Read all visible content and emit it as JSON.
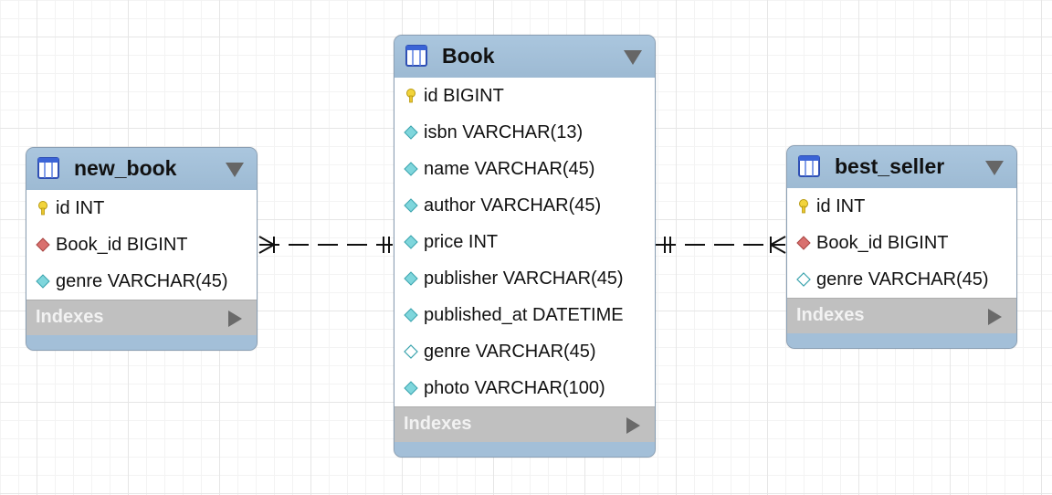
{
  "tables": {
    "new_book": {
      "name": "new_book",
      "indexes_label": "Indexes",
      "columns": [
        {
          "text": "id INT",
          "icon": "primary-key-icon"
        },
        {
          "text": "Book_id BIGINT",
          "icon": "foreign-key-icon"
        },
        {
          "text": "genre VARCHAR(45)",
          "icon": "column-icon"
        }
      ]
    },
    "book": {
      "name": "Book",
      "indexes_label": "Indexes",
      "columns": [
        {
          "text": "id BIGINT",
          "icon": "primary-key-icon"
        },
        {
          "text": "isbn VARCHAR(13)",
          "icon": "column-icon"
        },
        {
          "text": "name VARCHAR(45)",
          "icon": "column-icon"
        },
        {
          "text": "author VARCHAR(45)",
          "icon": "column-icon"
        },
        {
          "text": "price INT",
          "icon": "column-icon"
        },
        {
          "text": "publisher VARCHAR(45)",
          "icon": "column-icon"
        },
        {
          "text": "published_at DATETIME",
          "icon": "column-icon"
        },
        {
          "text": "genre VARCHAR(45)",
          "icon": "nullable-column-icon"
        },
        {
          "text": "photo VARCHAR(100)",
          "icon": "column-icon"
        }
      ]
    },
    "best_seller": {
      "name": "best_seller",
      "indexes_label": "Indexes",
      "columns": [
        {
          "text": "id INT",
          "icon": "primary-key-icon"
        },
        {
          "text": "Book_id BIGINT",
          "icon": "foreign-key-icon"
        },
        {
          "text": "genre VARCHAR(45)",
          "icon": "nullable-column-icon"
        }
      ]
    }
  },
  "relationships": [
    {
      "from": "new_book",
      "to": "Book",
      "from_cardinality": "many",
      "to_cardinality": "one",
      "identifying": false
    },
    {
      "from": "best_seller",
      "to": "Book",
      "from_cardinality": "many",
      "to_cardinality": "one",
      "identifying": false
    }
  ],
  "colors": {
    "header": "#a3bfd8",
    "indexes_bar": "#c0c0c0",
    "column_icon": "#7fd6dc",
    "foreign_key_icon": "#d9706e",
    "primary_key_icon": "#f2d43c"
  }
}
